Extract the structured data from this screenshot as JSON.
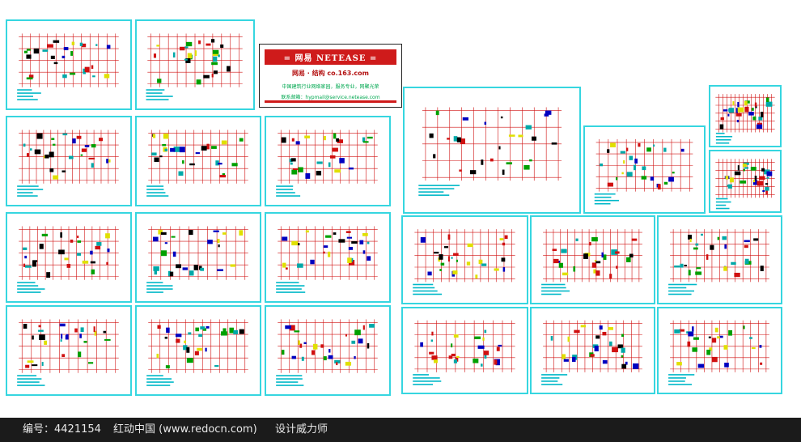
{
  "stamp": {
    "title": "= 网易 NETEASE =",
    "subtitle": "网易 · 结构 co.163.com",
    "line1": "中国建筑行业网络家园，服务专业，网聚光荣",
    "line2": "联系邮箱：hypmail@service.netease.com"
  },
  "footer": {
    "id_label": "编号：4421154",
    "site_label": "红动中国 (www.redocn.com)",
    "slogan": "设计威力师"
  }
}
